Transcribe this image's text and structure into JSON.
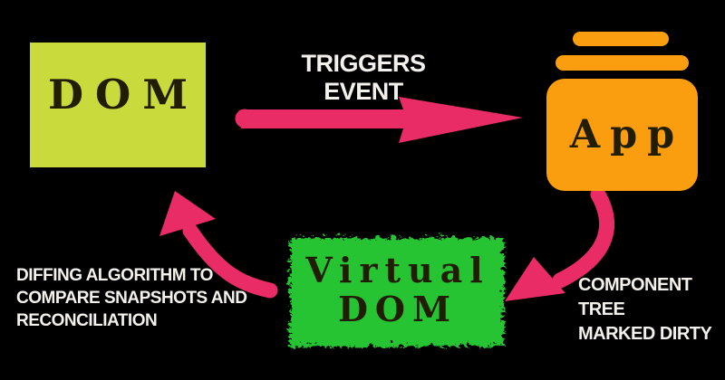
{
  "colors": {
    "background": "#000000",
    "dom_box": "#c9db3c",
    "app_box": "#fa9e10",
    "virtual_dom_box": "#25c431",
    "arrow_pink": "#ea2c66",
    "node_text": "#211d03",
    "annotation_text": "#f4f1ec"
  },
  "nodes": {
    "dom": {
      "label": "DOM"
    },
    "app": {
      "label": "App"
    },
    "virtual_dom": {
      "line1": "Virtual",
      "line2": "DOM"
    }
  },
  "annotations": {
    "triggers_event": "TRIGGERS EVENT",
    "component_tree_lines": [
      "COMPONENT TREE",
      "MARKED DIRTY"
    ],
    "diffing_lines": [
      "DIFFING ALGORITHM TO",
      "COMPARE SNAPSHOTS AND",
      "RECONCILIATION"
    ]
  }
}
